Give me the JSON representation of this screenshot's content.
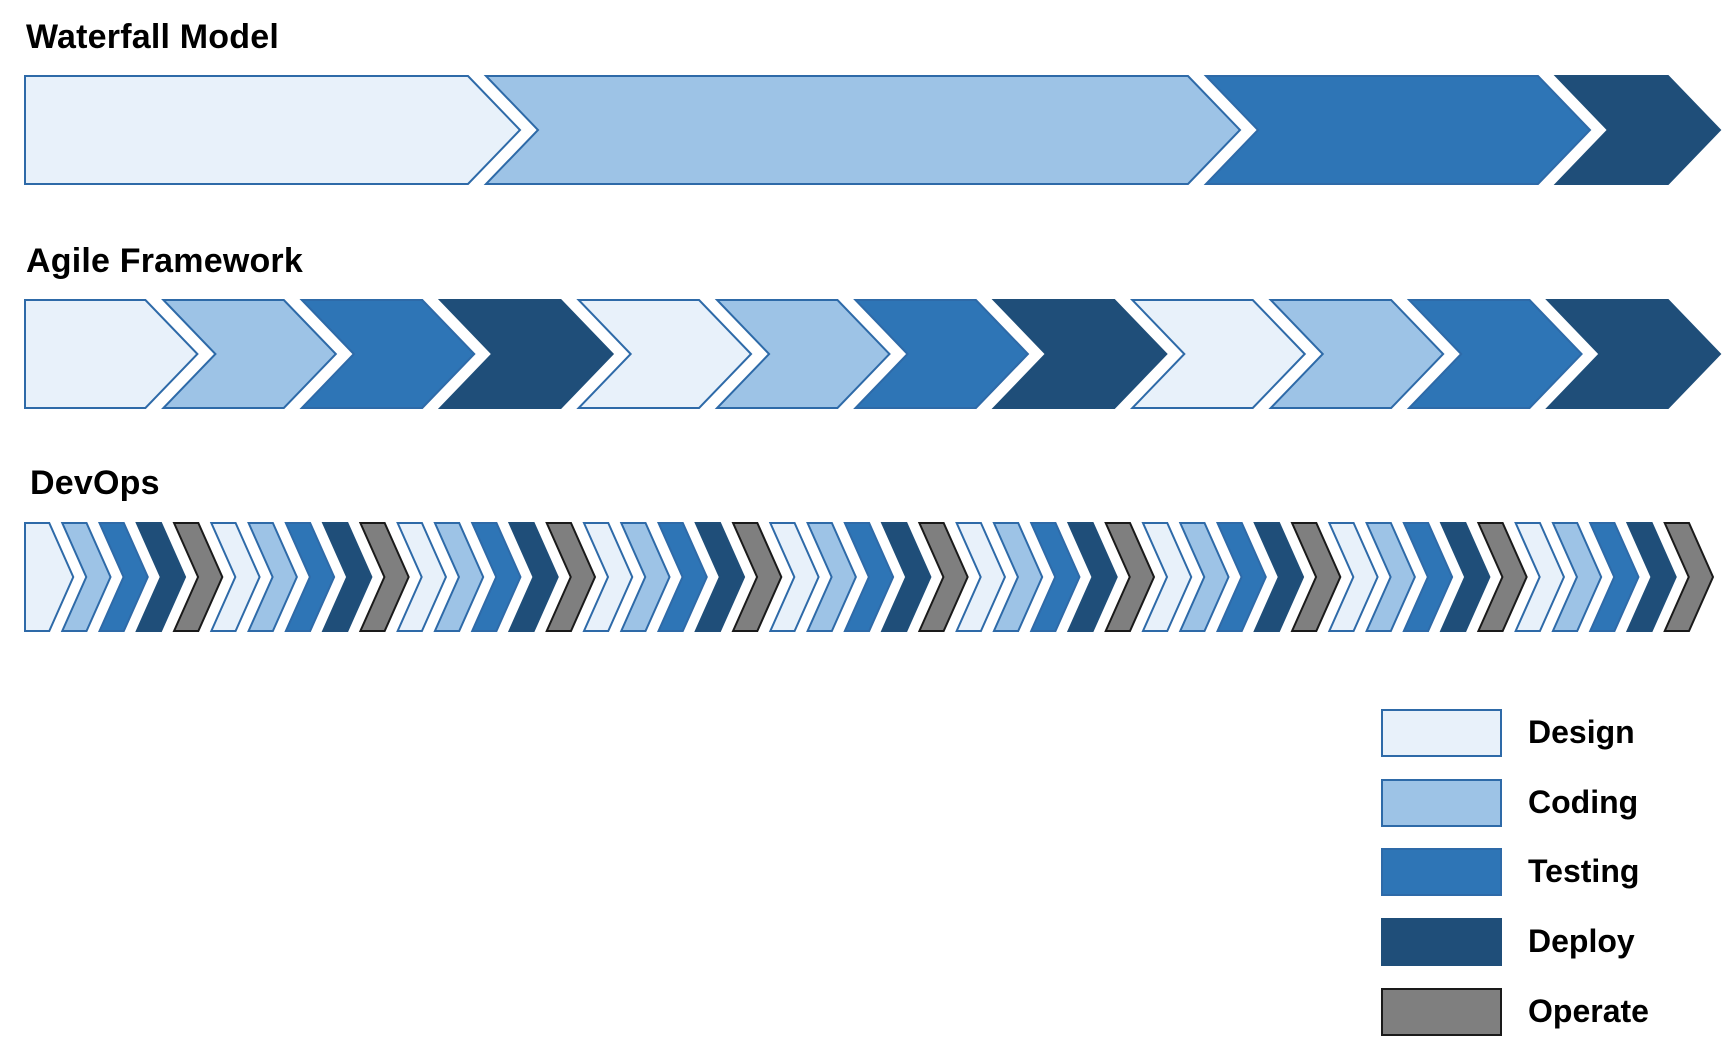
{
  "rows": {
    "waterfall": {
      "title": "Waterfall Model",
      "sequence": [
        "Design",
        "Coding",
        "Testing",
        "Deploy"
      ]
    },
    "agile": {
      "title": "Agile Framework",
      "sequence": [
        "Design",
        "Coding",
        "Testing",
        "Deploy",
        "Design",
        "Coding",
        "Testing",
        "Deploy",
        "Design",
        "Coding",
        "Testing",
        "Deploy"
      ]
    },
    "devops": {
      "title": "DevOps",
      "sequence": [
        "Design",
        "Coding",
        "Testing",
        "Deploy",
        "Operate",
        "Design",
        "Coding",
        "Testing",
        "Deploy",
        "Operate",
        "Design",
        "Coding",
        "Testing",
        "Deploy",
        "Operate",
        "Design",
        "Coding",
        "Testing",
        "Deploy",
        "Operate",
        "Design",
        "Coding",
        "Testing",
        "Deploy",
        "Operate",
        "Design",
        "Coding",
        "Testing",
        "Deploy",
        "Operate",
        "Design",
        "Coding",
        "Testing",
        "Deploy",
        "Operate",
        "Design",
        "Coding",
        "Testing",
        "Deploy",
        "Operate",
        "Design",
        "Coding",
        "Testing",
        "Deploy",
        "Operate"
      ]
    }
  },
  "legend": [
    {
      "label": "Design",
      "color": "#e8f1fa"
    },
    {
      "label": "Coding",
      "color": "#9dc3e6"
    },
    {
      "label": "Testing",
      "color": "#2e75b6"
    },
    {
      "label": "Deploy",
      "color": "#1f4e79"
    },
    {
      "label": "Operate",
      "color": "#7f7f7f"
    }
  ],
  "colors": {
    "Design": "#e8f1fa",
    "Coding": "#9dc3e6",
    "Testing": "#2e75b6",
    "Deploy": "#1f4e79",
    "Operate": "#7f7f7f"
  },
  "strokes": {
    "Design": "#2e6aa8",
    "Coding": "#2e6aa8",
    "Testing": "#2e6aa8",
    "Deploy": "#1f4e79",
    "Operate": "#1a1a1a"
  }
}
